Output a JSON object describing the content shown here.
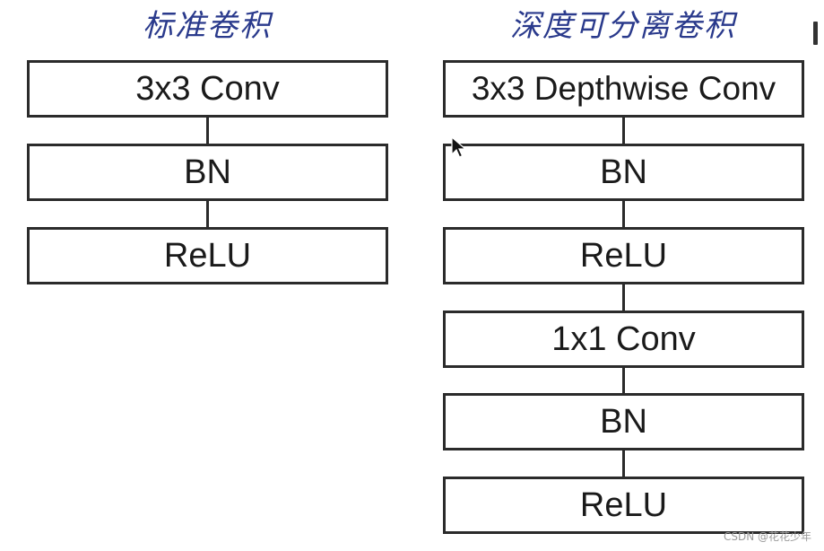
{
  "titles": {
    "left": "标准卷积",
    "right": "深度可分离卷积"
  },
  "standard_conv": {
    "blocks": [
      "3x3 Conv",
      "BN",
      "ReLU"
    ]
  },
  "depthwise_separable_conv": {
    "blocks": [
      "3x3 Depthwise Conv",
      "BN",
      "ReLU",
      "1x1 Conv",
      "BN",
      "ReLU"
    ]
  },
  "watermark": "CSDN @花花少年",
  "icons": {
    "cursor": "mouse-pointer-icon"
  },
  "colors": {
    "title": "#2a3a8c",
    "box_border": "#2b2b2b",
    "text": "#1a1a1a"
  }
}
